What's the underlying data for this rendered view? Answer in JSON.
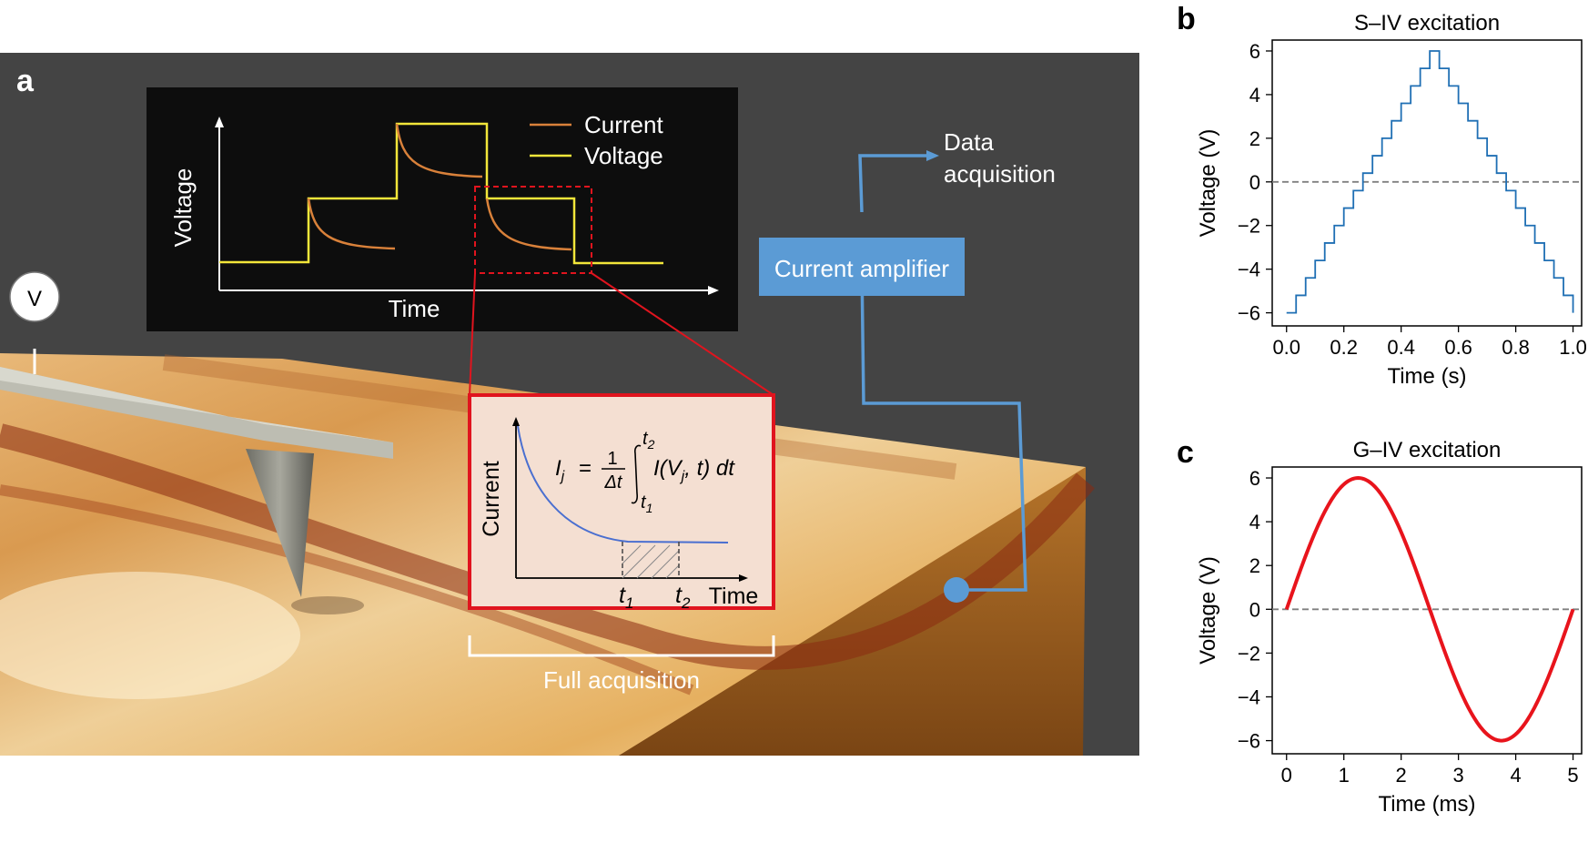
{
  "figure": {
    "panel_a": {
      "letter": "a",
      "voltmeter_symbol": "V",
      "inset": {
        "y_label": "Voltage",
        "x_label": "Time",
        "legend": [
          {
            "label": "Current",
            "color": "#d9813a"
          },
          {
            "label": "Voltage",
            "color": "#f2e63a"
          }
        ]
      },
      "zoom": {
        "y_label": "Current",
        "x_label": "Time",
        "t1": "t",
        "t1_sub": "1",
        "t2": "t",
        "t2_sub": "2",
        "eq_lhs": "I",
        "eq_lhs_sub": "j",
        "eq_equals": "=",
        "eq_num": "1",
        "eq_den": "Δt",
        "eq_upper": "t",
        "eq_upper_sub": "2",
        "eq_lower": "t",
        "eq_lower_sub": "1",
        "eq_body_1": "I(V",
        "eq_body_sub": "j",
        "eq_body_2": ", t) dt"
      },
      "brace_label": "Full acquisition",
      "amplifier_label": "Current amplifier",
      "daq_line1": "Data",
      "daq_line2": "acquisition",
      "colors": {
        "wire": "#5b9bd5",
        "box": "#5b9bd5",
        "highlight": "#e0141e"
      }
    },
    "panel_b": {
      "letter": "b"
    },
    "panel_c": {
      "letter": "c"
    }
  },
  "chart_data": [
    {
      "type": "line",
      "title": "S–IV excitation",
      "xlabel": "Time (s)",
      "ylabel": "Voltage (V)",
      "xlim": [
        -0.05,
        1.03
      ],
      "ylim": [
        -6.6,
        6.5
      ],
      "x_ticks": [
        "0.0",
        "0.2",
        "0.4",
        "0.6",
        "0.8",
        "1.0"
      ],
      "x_tick_values": [
        0,
        0.2,
        0.4,
        0.6,
        0.8,
        1.0
      ],
      "y_ticks": [
        "6",
        "4",
        "2",
        "0",
        "−2",
        "−4",
        "−6"
      ],
      "y_tick_values": [
        6,
        4,
        2,
        0,
        -2,
        -4,
        -6
      ],
      "zero_line": true,
      "series": [
        {
          "style": "step",
          "color": "#1f6fb4",
          "steps": 30,
          "x_range": [
            0,
            1
          ],
          "min": -6,
          "max": 6,
          "peak_x": 0.5
        }
      ]
    },
    {
      "type": "line",
      "title": "G–IV excitation",
      "xlabel": "Time (ms)",
      "ylabel": "Voltage (V)",
      "xlim": [
        -0.25,
        5.15
      ],
      "ylim": [
        -6.6,
        6.5
      ],
      "x_ticks": [
        "0",
        "1",
        "2",
        "3",
        "4",
        "5"
      ],
      "x_tick_values": [
        0,
        1,
        2,
        3,
        4,
        5
      ],
      "y_ticks": [
        "6",
        "4",
        "2",
        "0",
        "−2",
        "−4",
        "−6"
      ],
      "y_tick_values": [
        6,
        4,
        2,
        0,
        -2,
        -4,
        -6
      ],
      "zero_line": true,
      "series": [
        {
          "style": "sine",
          "color": "#e8141c",
          "amplitude": 6,
          "period": 5,
          "x_range": [
            0,
            5
          ]
        }
      ]
    }
  ]
}
